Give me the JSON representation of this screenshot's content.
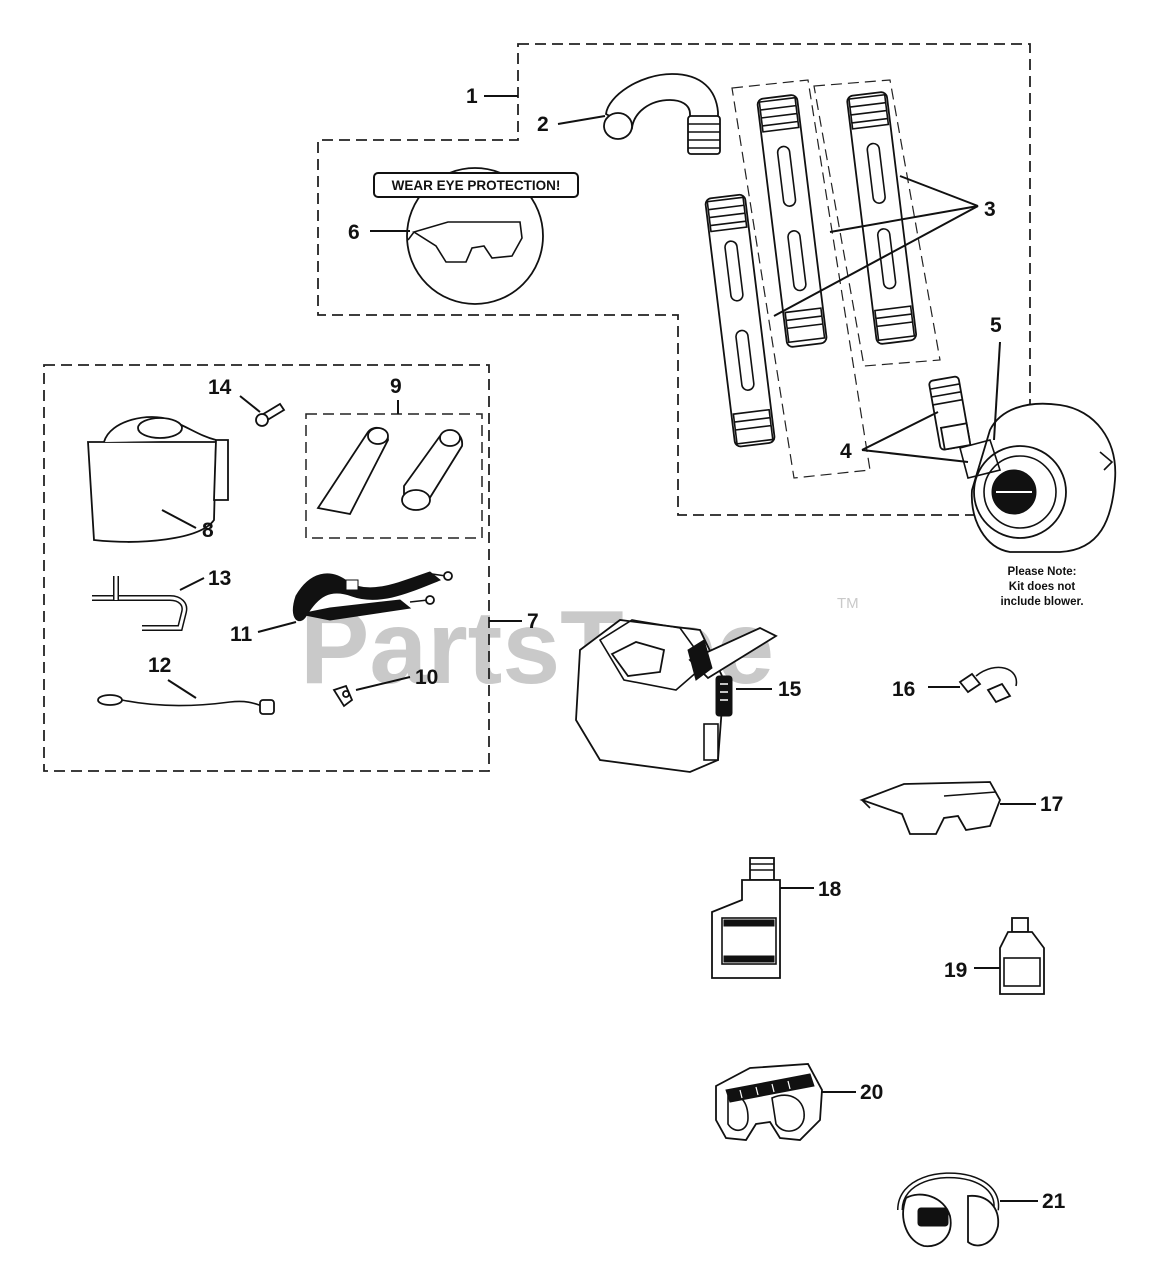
{
  "watermark": {
    "text": "PartsTree",
    "tm": "TM"
  },
  "warning_label": "WEAR EYE PROTECTION!",
  "note": {
    "line1": "Please Note:",
    "line2": "Kit does not",
    "line3": "include blower."
  },
  "callouts": {
    "c1": "1",
    "c2": "2",
    "c3": "3",
    "c4": "4",
    "c5": "5",
    "c6": "6",
    "c7": "7",
    "c8": "8",
    "c9": "9",
    "c10": "10",
    "c11": "11",
    "c12": "12",
    "c13": "13",
    "c14": "14",
    "c15": "15",
    "c16": "16",
    "c17": "17",
    "c18": "18",
    "c19": "19",
    "c20": "20",
    "c21": "21"
  },
  "icons": {
    "elbow_tube": "curved-elbow-tube",
    "tubes": "extension-tubes",
    "adapter": "tube-adapter",
    "blower": "blower-housing",
    "safety_glasses": "safety-glasses",
    "vac_bag": "vacuum-bag",
    "screw": "screw",
    "nozzles": "nozzle-set",
    "handle": "u-handle",
    "strap": "shoulder-strap",
    "cable": "cable-clip",
    "clip": "bag-clip",
    "fuel_can": "fuel-can",
    "ear_plugs": "ear-plugs",
    "oil_bottle_large": "oil-bottle",
    "oil_bottle_small": "small-oil-bottle",
    "goggles": "safety-goggles",
    "ear_muffs": "ear-muffs"
  }
}
